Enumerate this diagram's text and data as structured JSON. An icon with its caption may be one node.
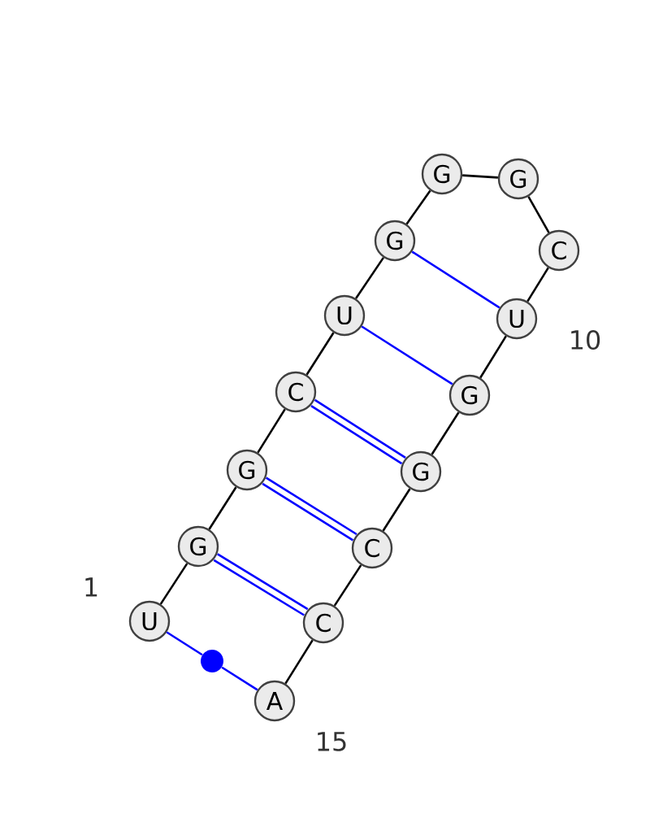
{
  "diagram": {
    "nodes": [
      {
        "text": [
          "U"
        ]
      },
      {
        "text": [
          "G"
        ]
      },
      {
        "text": [
          "G"
        ]
      },
      {
        "text": [
          "C"
        ]
      },
      {
        "text": [
          "U"
        ]
      },
      {
        "text": [
          "G"
        ]
      },
      {
        "text": [
          "G"
        ]
      },
      {
        "text": [
          "G"
        ]
      },
      {
        "text": [
          "C"
        ]
      },
      {
        "text": [
          "U"
        ]
      },
      {
        "text": [
          "G"
        ]
      },
      {
        "text": [
          "G"
        ]
      },
      {
        "text": [
          "C"
        ]
      },
      {
        "text": [
          "C"
        ]
      },
      {
        "text": [
          "A"
        ]
      },
      {
        "text": [],
        "shape": "circle"
      }
    ],
    "edges": [
      {
        "from": 0,
        "to": 1,
        "arrow": "none"
      },
      {
        "from": 1,
        "to": 2,
        "arrow": "none"
      },
      {
        "from": 2,
        "to": 3,
        "arrow": "none"
      },
      {
        "from": 3,
        "to": 4,
        "arrow": "none"
      },
      {
        "from": 4,
        "to": 5,
        "arrow": "none"
      },
      {
        "from": 5,
        "to": 6,
        "arrow": "none"
      },
      {
        "from": 6,
        "to": 7,
        "arrow": "none"
      },
      {
        "from": 7,
        "to": 8,
        "arrow": "none"
      },
      {
        "from": 8,
        "to": 9,
        "arrow": "none"
      },
      {
        "from": 9,
        "to": 10,
        "arrow": "none"
      },
      {
        "from": 10,
        "to": 11,
        "arrow": "none"
      },
      {
        "from": 11,
        "to": 12,
        "arrow": "none"
      },
      {
        "from": 12,
        "to": 13,
        "arrow": "none"
      },
      {
        "from": 13,
        "to": 14,
        "arrow": "none"
      },
      {
        "from": 5,
        "to": 9,
        "arrow": "none",
        "color": "#0000ff"
      },
      {
        "from": 4,
        "to": 10,
        "arrow": "none",
        "color": "#0000ff"
      },
      {
        "from": 3,
        "to": 11,
        "arrow": "none",
        "style": "thick",
        "color": "#0000ff"
      },
      {
        "from": 2,
        "to": 12,
        "arrow": "none",
        "style": "thick",
        "color": "#0000ff"
      },
      {
        "from": 1,
        "to": 13,
        "arrow": "none",
        "style": "thick",
        "color": "#0000ff"
      },
      {
        "from": 0,
        "to": 15,
        "arrow": "none",
        "color": "#0000ff"
      },
      {
        "from": 15,
        "to": 14,
        "arrow": "none",
        "color": "#0000ff"
      }
    ],
    "labels": [
      "1",
      "10",
      "15"
    ]
  }
}
